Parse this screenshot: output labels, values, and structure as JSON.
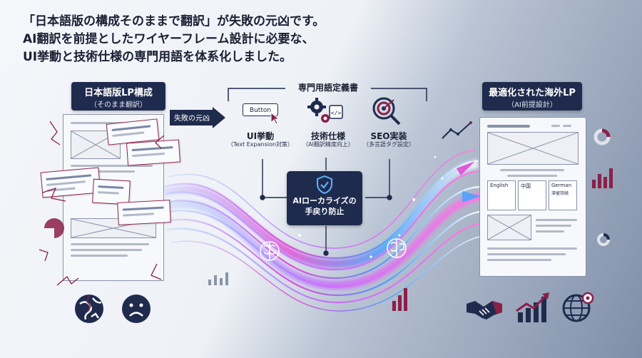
{
  "headline": {
    "line1": "「日本語版の構成そのままで翻訳」が失敗の元凶です。",
    "line2": "AI翻訳を前提としたワイヤーフレーム設計に必要な、",
    "line3": "UI挙動と技術仕様の専門用語を体系化しました。"
  },
  "left_panel": {
    "title": "日本語版LP構成",
    "subtitle": "（そのまま翻訳）",
    "failure_label": "失敗の元凶"
  },
  "glossary": {
    "title": "専門用語定義書",
    "items": [
      {
        "button_text": "Button",
        "label": "UI挙動",
        "sub": "（Text Expansion対策）",
        "icon": "cursor-button-icon"
      },
      {
        "label": "技術仕様",
        "sub": "（AI翻訳精度向上）",
        "icon": "gear-code-icon"
      },
      {
        "label": "SEO実装",
        "sub": "（多言語タグ設定）",
        "icon": "target-search-icon"
      }
    ],
    "center": {
      "line1": "AIローカライズの",
      "line2": "手戻り防止",
      "icon": "shield-check-icon"
    }
  },
  "right_panel": {
    "title": "最適化された海外LP",
    "subtitle": "（AI前提設計）",
    "languages": [
      "English",
      "中国",
      "German"
    ],
    "language_sub": "滞留持続"
  },
  "colors": {
    "navy": "#1f2b4d",
    "accent_red": "#8a2048",
    "flow_pink": "#e24ad6",
    "flow_blue": "#4aa3ff"
  }
}
